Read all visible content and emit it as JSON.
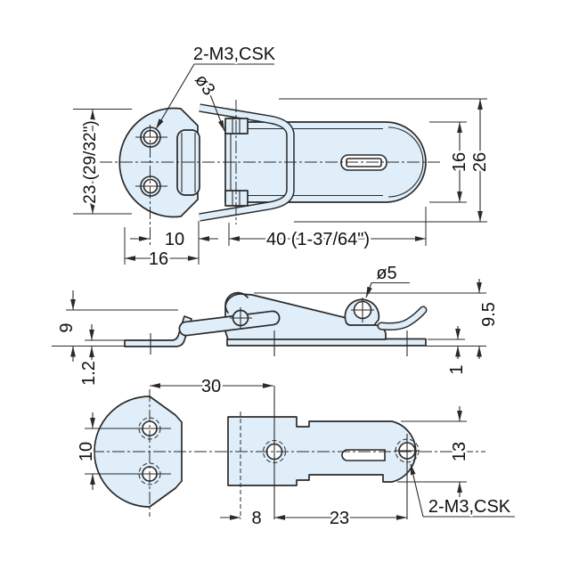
{
  "drawing": {
    "title": "toggle-latch-technical-drawing",
    "colors": {
      "part_fill": "#dfeef9",
      "line": "#2a2a2a",
      "background": "#ffffff"
    },
    "views": {
      "top": {
        "labels": {
          "csk": "2-M3,CSK",
          "wire_dia": "ø3"
        },
        "dims": {
          "plate_height": "23 (29/32\")",
          "body_height": "16",
          "overall_height": "26",
          "hole_offset": "10",
          "plate_width": "16",
          "body_length": "40 (1-37/64\")"
        }
      },
      "side": {
        "labels": {
          "hole_dia": "ø5"
        },
        "dims": {
          "catch_height": "9",
          "catch_thickness": "1.2",
          "latch_height": "9.5",
          "base_thickness": "1"
        }
      },
      "bottom": {
        "labels": {
          "csk": "2-M3,CSK"
        },
        "dims": {
          "hole_spacing": "30",
          "catch_hole_pitch": "10",
          "head_height": "13",
          "edge_to_hole": "8",
          "hole_pitch": "23"
        }
      }
    }
  }
}
